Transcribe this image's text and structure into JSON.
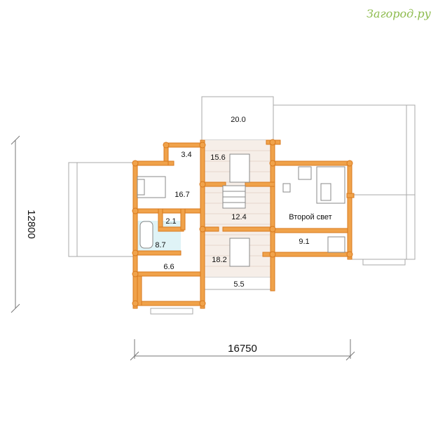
{
  "site": {
    "watermark": "Загород.ру"
  },
  "dimensions": {
    "width": "16750",
    "depth": "12800"
  },
  "rooms": {
    "r20_0": "20.0",
    "r3_4": "3.4",
    "r15_6": "15.6",
    "r16_7": "16.7",
    "r12_4": "12.4",
    "r2_1": "2.1",
    "r8_7": "8.7",
    "r6_6": "6.6",
    "r18_2": "18.2",
    "r5_5": "5.5",
    "r9_1": "9.1",
    "second_light": "Второй свет"
  },
  "colors": {
    "log_wall": "#f0a24a",
    "log_wall_stroke": "#d97a1e",
    "outline": "#9a9a9a",
    "text": "#111111",
    "watermark": "#8dbb4d"
  }
}
